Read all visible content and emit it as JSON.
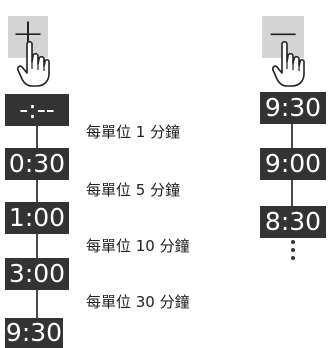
{
  "colors": {
    "button_bg": "#d4d4d4",
    "time_bg": "#333333",
    "time_text": "#ffffff",
    "connector": "#4a4a4a",
    "label_text": "#222222"
  },
  "increase": {
    "sign": "+",
    "icon": "pointing-hand-icon",
    "sequence": [
      "-:--",
      "0:30",
      "1:00",
      "3:00",
      "9:30"
    ],
    "steps": [
      "每單位 1 分鐘",
      "每單位 5 分鐘",
      "每單位 10 分鐘",
      "每單位 30 分鐘"
    ]
  },
  "decrease": {
    "sign": "−",
    "icon": "pointing-hand-icon",
    "sequence": [
      "9:30",
      "9:00",
      "8:30"
    ],
    "continuation": "vertical-ellipsis"
  }
}
